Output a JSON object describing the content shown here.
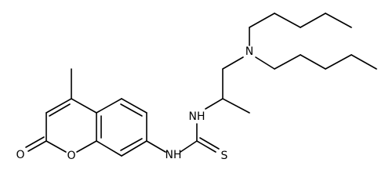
{
  "structure": {
    "atom_labels": {
      "n_top": "N",
      "nh_upper": "NH",
      "nh_lower": "NH",
      "s": "S",
      "o_carbonyl": "O",
      "o_ring": "O"
    },
    "colors": {
      "bond": "#000000",
      "label": "#000000",
      "background": "#ffffff"
    }
  }
}
